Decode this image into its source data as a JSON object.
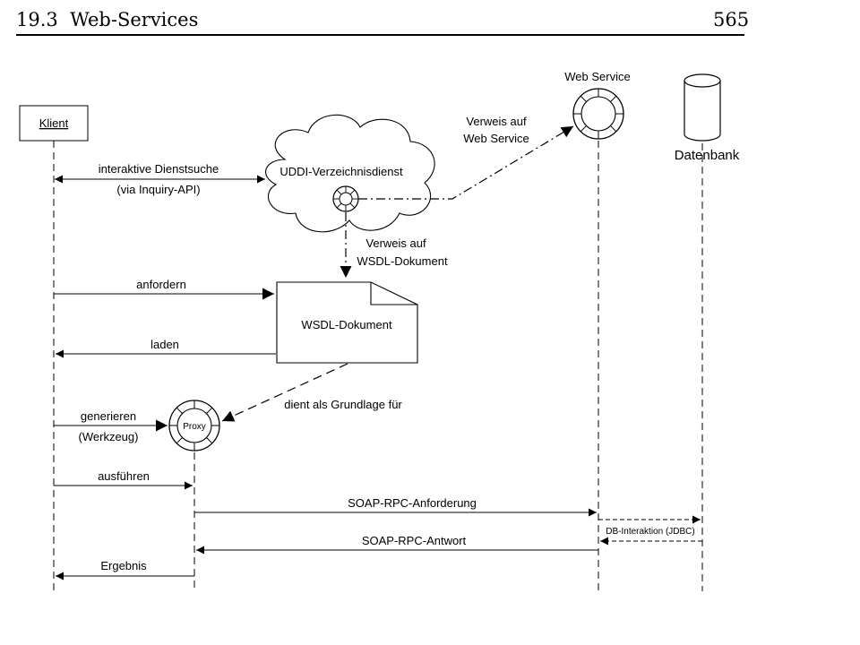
{
  "header": {
    "section": "19.3",
    "title": "Web-Services",
    "page_number": "565"
  },
  "diagram": {
    "participants": {
      "client": "Klient",
      "web_service": "Web Service",
      "database": "Datenbank",
      "uddi": "UDDI-Verzeichnisdienst",
      "wsdl": "WSDL-Dokument",
      "proxy": "Proxy"
    },
    "messages": {
      "dienstsuche_1": "interaktive Dienstsuche",
      "dienstsuche_2": "(via Inquiry-API)",
      "verweis_ws_1": "Verweis auf",
      "verweis_ws_2": "Web Service",
      "verweis_wsdl_1": "Verweis auf",
      "verweis_wsdl_2": "WSDL-Dokument",
      "anfordern": "anfordern",
      "laden": "laden",
      "grundlage": "dient als Grundlage für",
      "generieren_1": "generieren",
      "generieren_2": "(Werkzeug)",
      "ausfuehren": "ausführen",
      "soap_request": "SOAP-RPC-Anforderung",
      "db_interaction": "DB-Interaktion (JDBC)",
      "soap_response": "SOAP-RPC-Antwort",
      "ergebnis": "Ergebnis"
    }
  }
}
